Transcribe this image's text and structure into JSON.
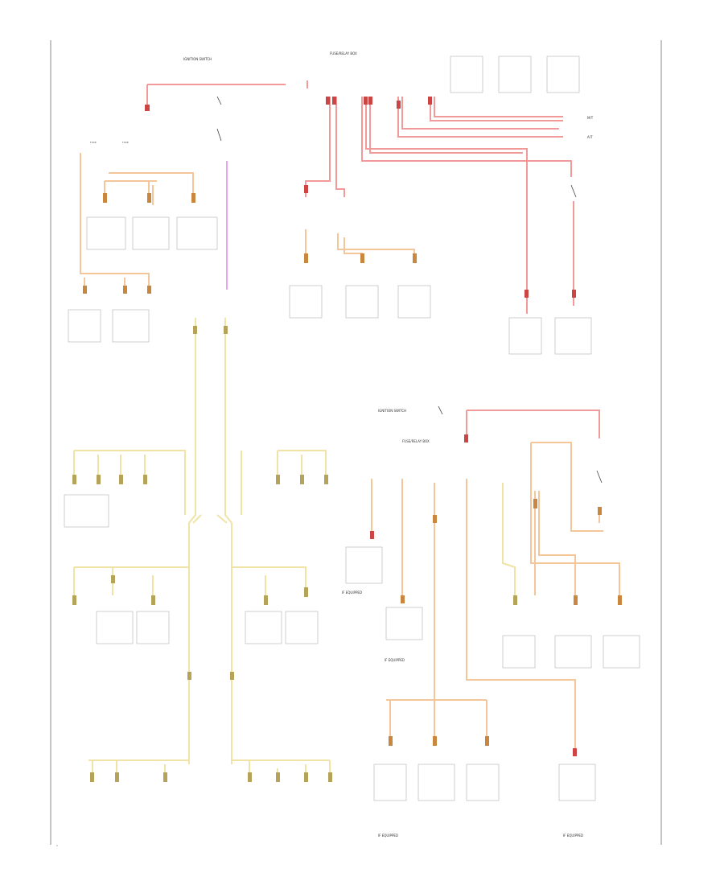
{
  "title": "POWER DISTRIBUTION",
  "colors": {
    "battery_feed": "#f29a9a",
    "ignition_feed": "#f6c69b",
    "accessory_feed": "#efe3a6",
    "lighting_feed": "#e9a5f2",
    "background": "#ffffff",
    "line": "#444444"
  },
  "labels": {
    "fuse_block_top": "FUSE/RELAY BOX",
    "fuse_block_bottom": "FUSE/RELAY BOX",
    "ignition_switch": "IGNITION SWITCH",
    "ignition_switch_2": "IGNITION SWITCH",
    "if_equipped_1": "IF EQUIPPED",
    "if_equipped_2": "IF EQUIPPED",
    "if_equipped_3": "IF EQUIPPED",
    "if_equipped_4": "IF EQUIPPED",
    "fuse_a": "FUSE",
    "fuse_b": "FUSE",
    "mt": "M/T",
    "at": "A/T",
    "page_num": "1"
  }
}
